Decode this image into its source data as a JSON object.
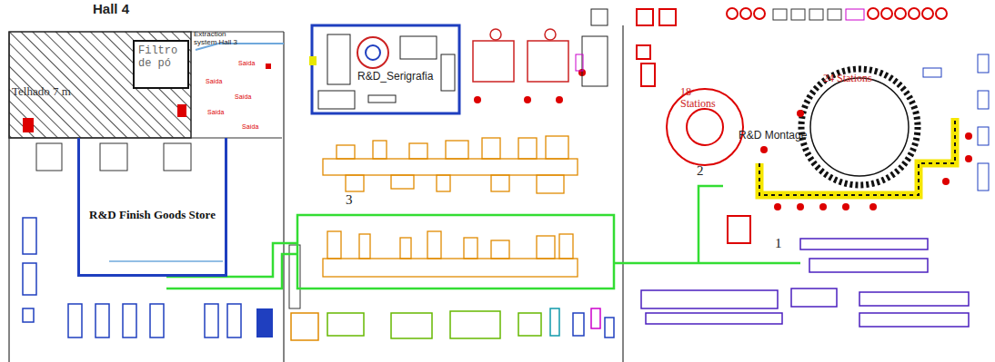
{
  "diagram": {
    "nodes": [
      {
        "text": [
          "Filtro de pó"
        ]
      },
      {
        "text": [
          "R&D Finish Goods Store"
        ]
      }
    ],
    "labels": [
      "Hall 4",
      "Telhado 7 m",
      "Extraction system Hall 3",
      "Saída",
      "Saída",
      "Saída",
      "Saída",
      "Saída",
      "R&D_Serigrafia",
      "R&D Montage",
      "18 Stations",
      "24 Stations",
      "3",
      "2",
      "1"
    ]
  }
}
